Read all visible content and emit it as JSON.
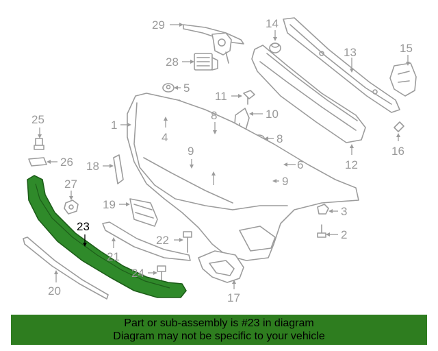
{
  "diagram": {
    "highlighted_part": "23",
    "highlight_color": "#2e7d1f",
    "callouts": [
      "29",
      "14",
      "13",
      "15",
      "28",
      "5",
      "11",
      "10",
      "1",
      "8",
      "4",
      "16",
      "8",
      "9",
      "12",
      "26",
      "6",
      "25",
      "18",
      "27",
      "9",
      "3",
      "19",
      "2",
      "22",
      "21",
      "24",
      "17",
      "20"
    ],
    "highlight_callout": "23"
  },
  "banner": {
    "line1": "Part or sub-assembly is #23 in diagram",
    "line2": "Diagram may not be specific to your vehicle",
    "background": "#2e7d1f"
  }
}
